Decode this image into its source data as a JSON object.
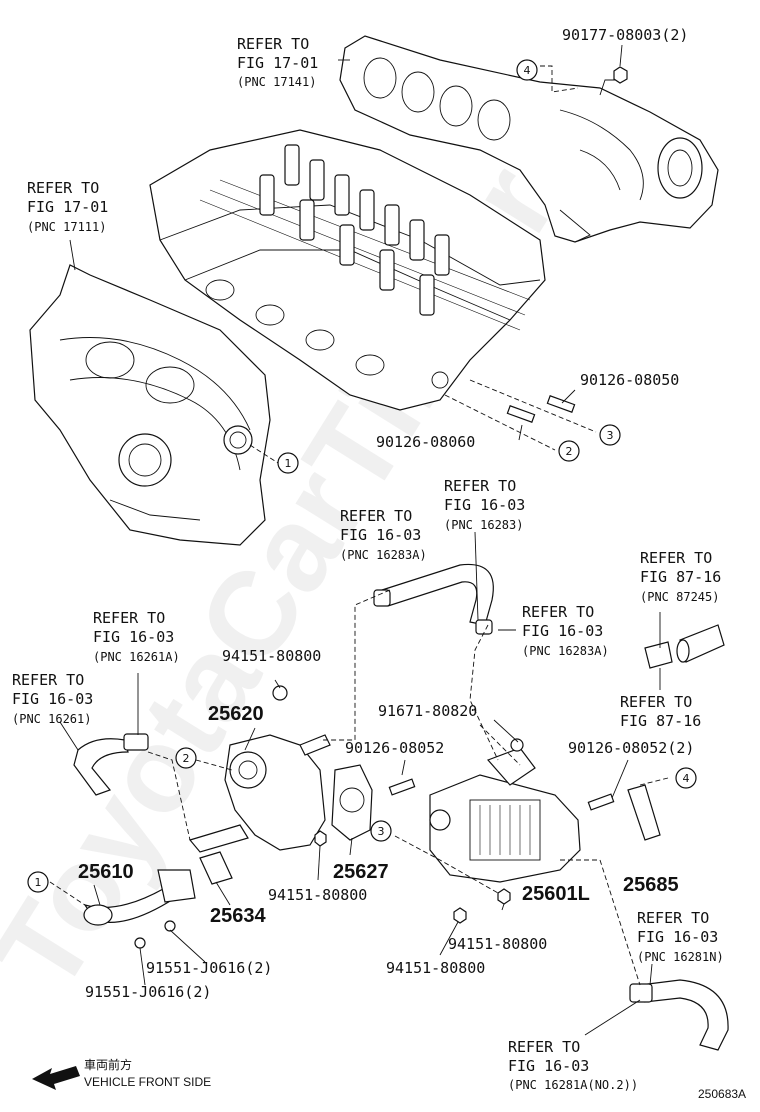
{
  "watermark": "ToyotaCarTime.ru",
  "refs": {
    "r1": {
      "l1": "REFER TO",
      "l2": "FIG 17-01",
      "l3": "(PNC 17141)"
    },
    "r2": {
      "l1": "REFER TO",
      "l2": "FIG 17-01",
      "l3": "(PNC 17111)"
    },
    "r3": {
      "l1": "REFER TO",
      "l2": "FIG 16-03",
      "l3": "(PNC 16283)"
    },
    "r4": {
      "l1": "REFER TO",
      "l2": "FIG 16-03",
      "l3": "(PNC 16283A)"
    },
    "r5": {
      "l1": "REFER TO",
      "l2": "FIG 87-16",
      "l3": "(PNC 87245)"
    },
    "r6": {
      "l1": "REFER TO",
      "l2": "FIG 16-03",
      "l3": "(PNC 16283A)"
    },
    "r7": {
      "l1": "REFER TO",
      "l2": "FIG 16-03",
      "l3": "(PNC 16261A)"
    },
    "r8": {
      "l1": "REFER TO",
      "l2": "FIG 16-03",
      "l3": "(PNC 16261)"
    },
    "r9": {
      "l1": "REFER TO",
      "l2": "FIG 87-16"
    },
    "r10": {
      "l1": "REFER TO",
      "l2": "FIG 16-03",
      "l3": "(PNC 16281N)"
    },
    "r11": {
      "l1": "REFER TO",
      "l2": "FIG 16-03",
      "l3": "(PNC 16281A(NO.2))"
    }
  },
  "parts": {
    "p90177_08003": "90177-08003(2)",
    "p90126_08050": "90126-08050",
    "p90126_08060": "90126-08060",
    "p94151_80800_a": "94151-80800",
    "p25620": "25620",
    "p91671_80820": "91671-80820",
    "p90126_08052": "90126-08052",
    "p90126_08052_2": "90126-08052(2)",
    "p25610": "25610",
    "p25627": "25627",
    "p94151_80800_b": "94151-80800",
    "p25601L": "25601L",
    "p25685": "25685",
    "p25634": "25634",
    "p94151_80800_c": "94151-80800",
    "p94151_80800_d": "94151-80800",
    "p91551_J0616_2a": "91551-J0616(2)",
    "p91551_J0616_2b": "91551-J0616(2)"
  },
  "callouts": {
    "c1": "1",
    "c2": "2",
    "c3": "3",
    "c4": "4"
  },
  "footer": {
    "front_jp": "車両前方",
    "front_en": "VEHICLE FRONT SIDE",
    "diagram_code": "250683A"
  }
}
